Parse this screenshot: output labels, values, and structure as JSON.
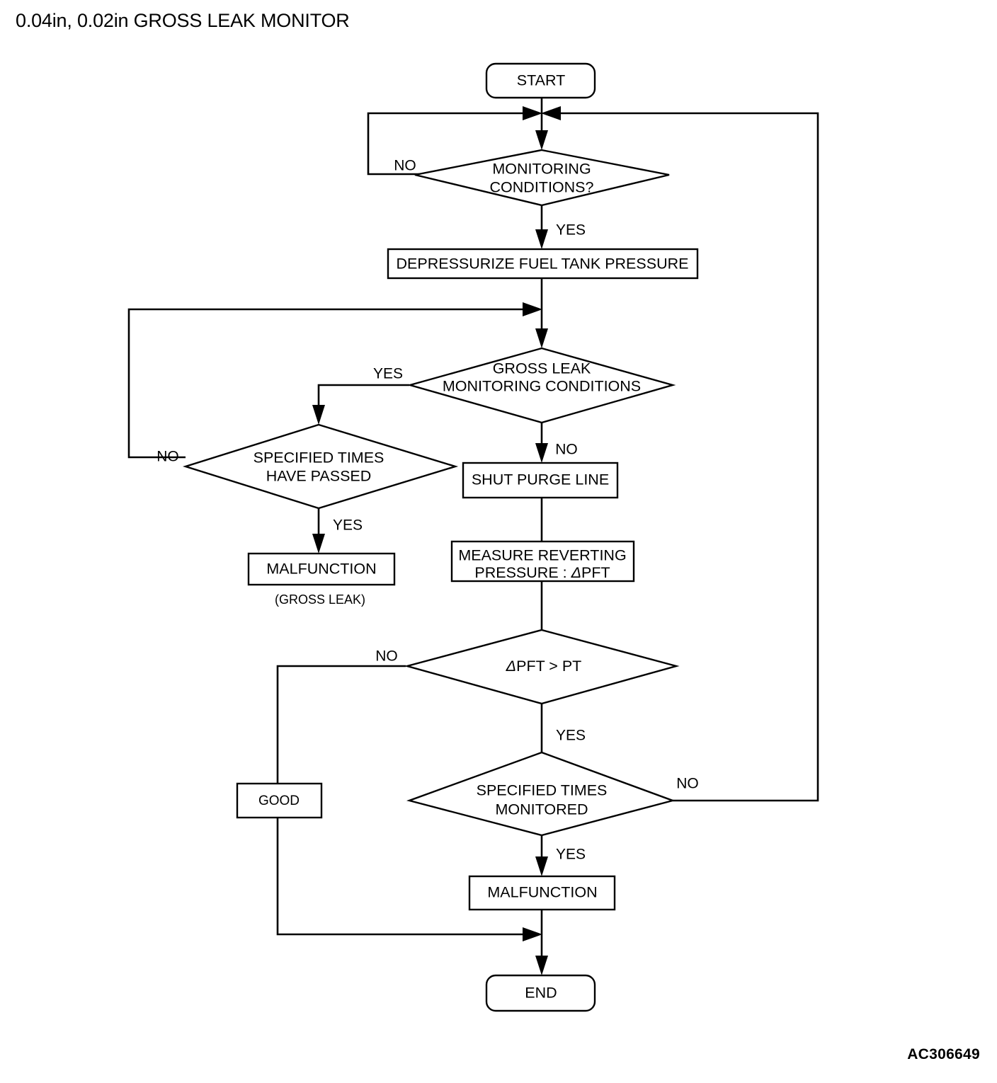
{
  "title": "0.04in, 0.02in GROSS LEAK MONITOR",
  "figure_id": "AC306649",
  "chart_data": {
    "type": "flowchart",
    "title": "0.04in, 0.02in GROSS LEAK MONITOR",
    "orientation": "top-to-bottom"
  },
  "nodes": {
    "start": {
      "label": "START",
      "shape": "terminator"
    },
    "monitoring_conditions": {
      "line1": "MONITORING",
      "line2": "CONDITIONS?",
      "shape": "decision"
    },
    "depressurize": {
      "label": "DEPRESSURIZE FUEL TANK PRESSURE",
      "shape": "process"
    },
    "gross_leak_conditions": {
      "line1": "GROSS LEAK",
      "line2": "MONITORING CONDITIONS",
      "shape": "decision"
    },
    "specified_times_passed": {
      "line1": "SPECIFIED TIMES",
      "line2": "HAVE PASSED",
      "shape": "decision"
    },
    "malfunction_gross_leak": {
      "label": "MALFUNCTION",
      "caption": "(GROSS LEAK)",
      "shape": "process"
    },
    "shut_purge_line": {
      "label": "SHUT PURGE LINE",
      "shape": "process"
    },
    "measure_reverting": {
      "line1": "MEASURE REVERTING",
      "line2_pre": "PRESSURE : ",
      "line2_sym": "Δ",
      "line2_post": "PFT",
      "shape": "process"
    },
    "dpft_gt_pt": {
      "pre": "",
      "sym": "Δ",
      "post": "PFT > PT",
      "shape": "decision"
    },
    "specified_times_monitored": {
      "line1": "SPECIFIED TIMES",
      "line2": "MONITORED",
      "shape": "decision"
    },
    "good": {
      "label": "GOOD",
      "shape": "process"
    },
    "malfunction": {
      "label": "MALFUNCTION",
      "shape": "process"
    },
    "end": {
      "label": "END",
      "shape": "terminator"
    }
  },
  "edge_labels": {
    "monitoring_no": "NO",
    "monitoring_yes": "YES",
    "gross_leak_yes": "YES",
    "gross_leak_no": "NO",
    "times_passed_no": "NO",
    "times_passed_yes": "YES",
    "dpft_no": "NO",
    "dpft_yes": "YES",
    "monitored_no": "NO",
    "monitored_yes": "YES"
  },
  "colors": {
    "stroke": "#000000",
    "fill": "#ffffff",
    "background": "#ffffff"
  }
}
